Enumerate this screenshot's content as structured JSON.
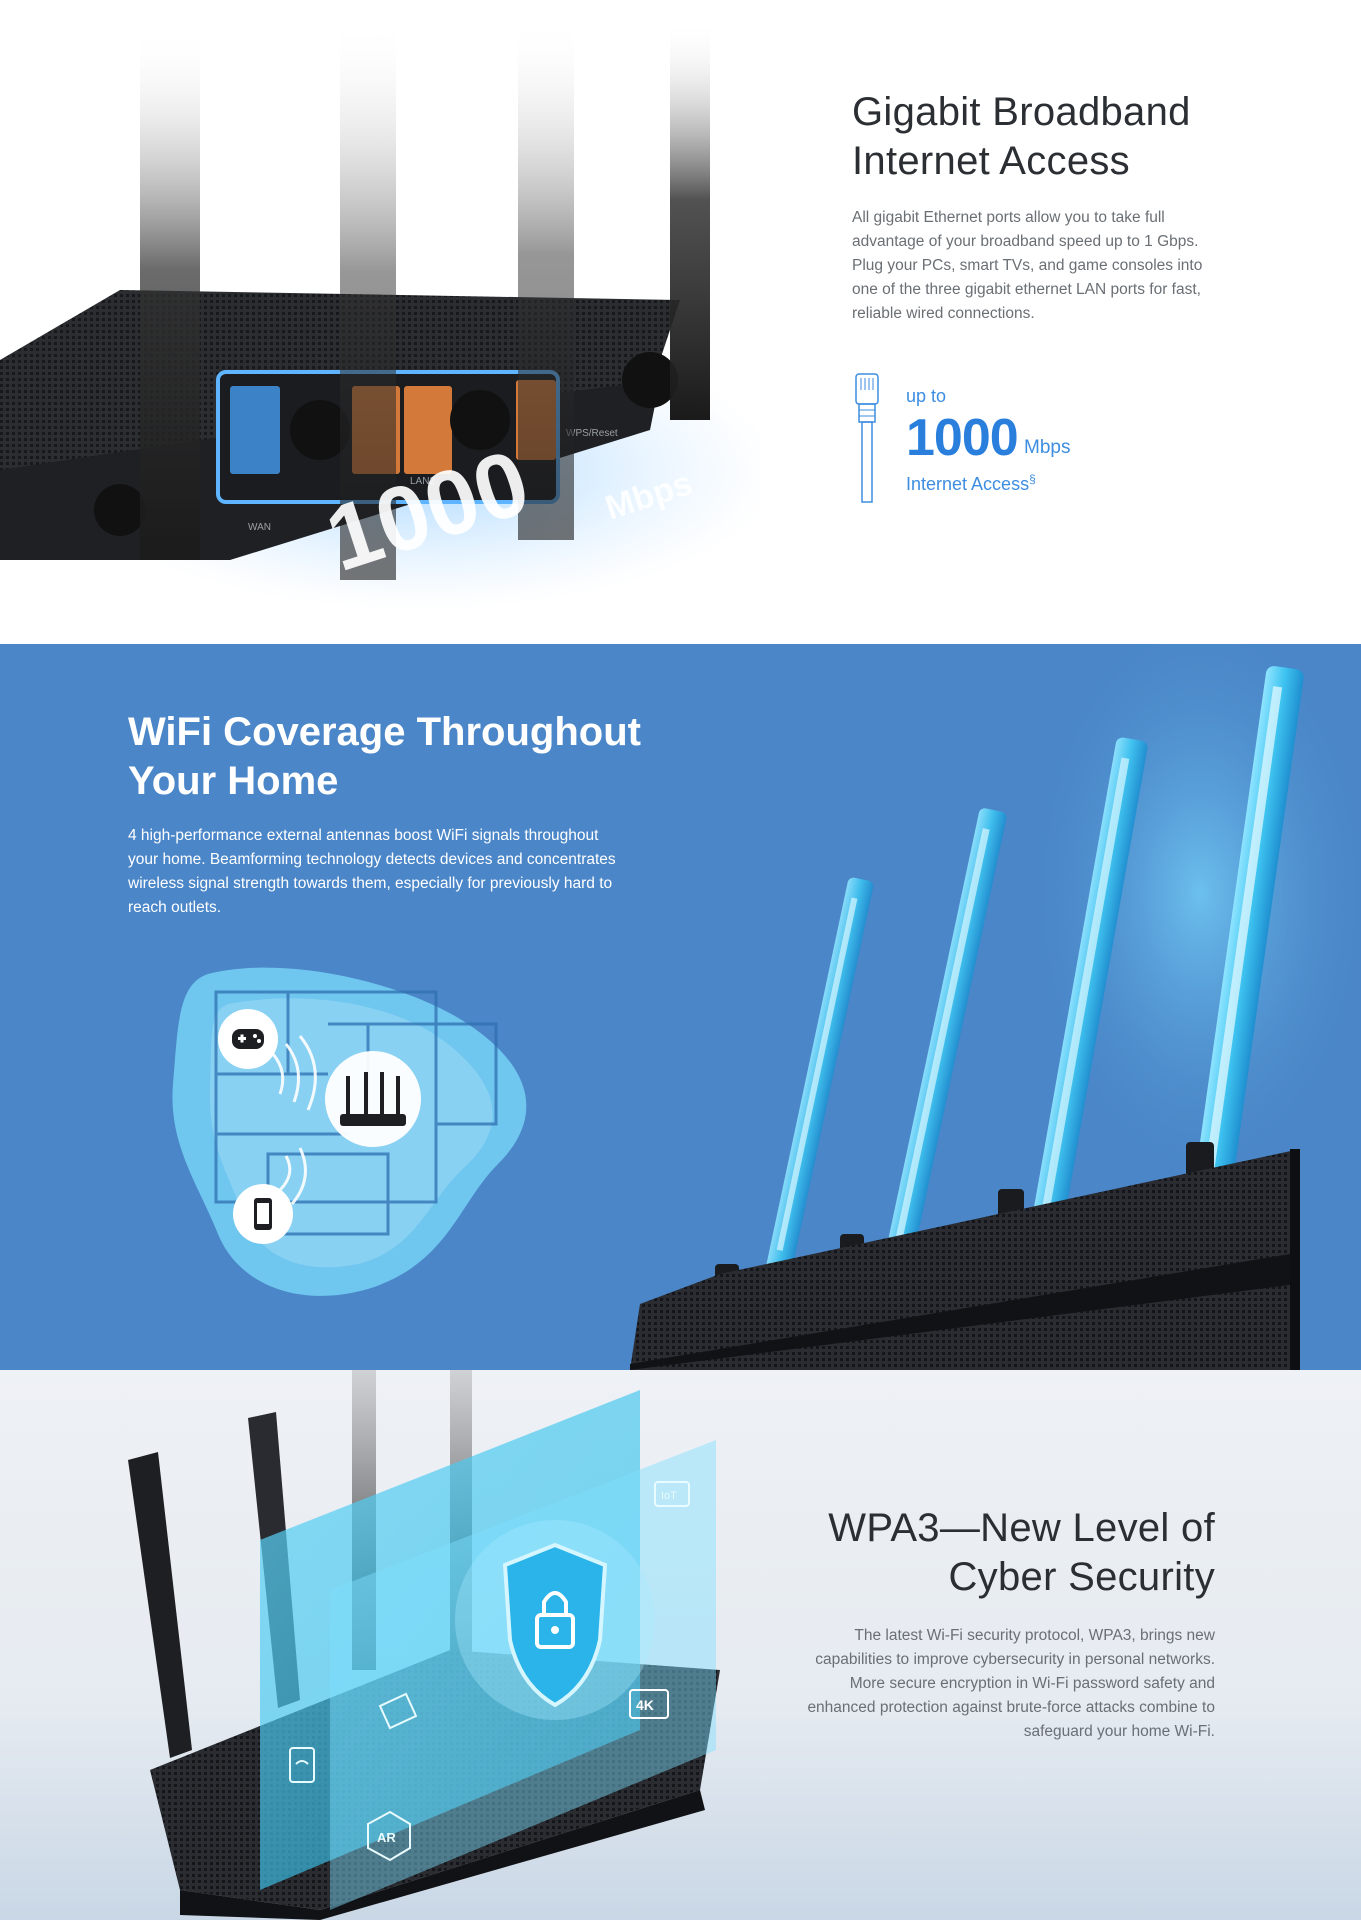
{
  "gigabit": {
    "title_line1": "Gigabit Broadband",
    "title_line2": "Internet Access",
    "description": "All gigabit Ethernet ports allow you to take full advantage of your broadband speed up to 1 Gbps. Plug your PCs, smart TVs, and game consoles into one of the three gigabit ethernet LAN ports for fast, reliable wired connections.",
    "speed_prefix": "up to",
    "speed_value": "1000",
    "speed_unit": "Mbps",
    "speed_caption": "Internet Access",
    "speed_footnote": "§",
    "image_text": {
      "speed": "1000",
      "unit": "Mbps",
      "wan_label": "WAN",
      "lan_label": "LAN2",
      "reset_label": "WPS/Reset"
    }
  },
  "wifi": {
    "title_line1": "WiFi Coverage Throughout",
    "title_line2": "Your Home",
    "description": "4 high-performance external antennas boost WiFi signals throughout your home. Beamforming technology detects devices and concentrates wireless signal strength towards them, especially for previously hard to reach outlets."
  },
  "wpa3": {
    "title_line1": "WPA3—New Level of",
    "title_line2": "Cyber Security",
    "description": "The latest Wi-Fi security protocol, WPA3, brings new capabilities to improve cybersecurity in personal networks. More secure encryption in Wi-Fi password safety and enhanced protection against brute-force attacks combine to safeguard your home Wi-Fi.",
    "image_text": {
      "iot": "IoT",
      "fourk": "4K",
      "ar": "AR"
    }
  },
  "colors": {
    "accent_blue": "#2a7fdd",
    "section_blue": "#4a86c8",
    "heading_dark": "#2b2f33",
    "body_grey": "#6a6f74"
  }
}
